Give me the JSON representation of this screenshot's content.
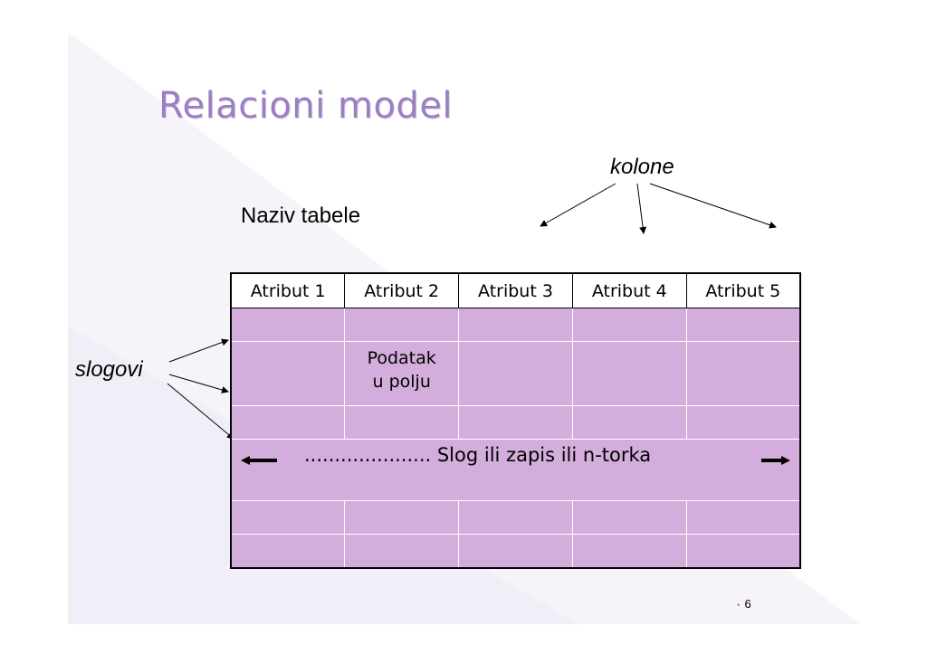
{
  "slide": {
    "title": "Relacioni model",
    "columns_label": "kolone",
    "table_name_label": "Naziv tabele",
    "rows_label": "slogovi",
    "page_number": "6",
    "colors": {
      "title": "#9b7fc0",
      "cell_fill": "#d3aedd",
      "background_band": "#f2eef7"
    }
  },
  "table": {
    "headers": [
      "Atribut 1",
      "Atribut 2",
      "Atribut 3",
      "Atribut 4",
      "Atribut 5"
    ],
    "field_value": "Podatak u polju",
    "field_value_line1": "Podatak",
    "field_value_line2": "u polju",
    "record_label": "..................... Slog ili zapis ili n-torka"
  }
}
